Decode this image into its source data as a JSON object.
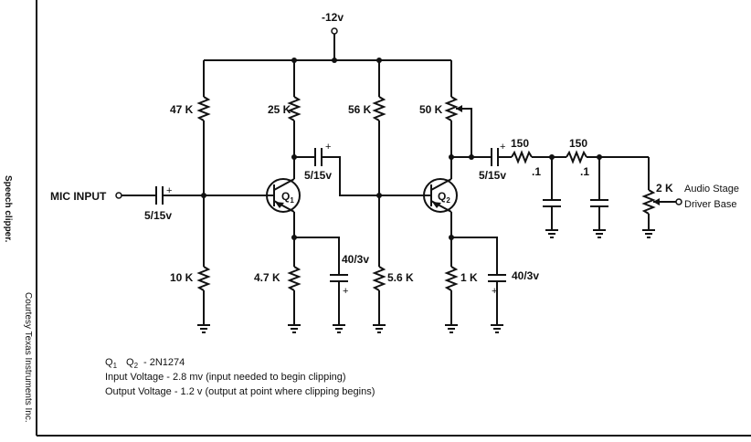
{
  "side_caption": "Speech clipper.",
  "side_credit": "Courtesy Texas Instruments Inc.",
  "supply": "-12v",
  "input_label": "MIC INPUT",
  "output_label": [
    "Audio Stage",
    "Driver Base"
  ],
  "transistors": {
    "q1": {
      "letter": "Q",
      "sub": "1"
    },
    "q2": {
      "letter": "Q",
      "sub": "2"
    }
  },
  "components": {
    "r47k": "47 K",
    "r25k": "25 K",
    "r56k": "56 K",
    "r50k": "50 K",
    "r10k": "10 K",
    "r47": "4.7 K",
    "r56": "5.6 K",
    "r1k": "1 K",
    "r150a": "150",
    "r150b": "150",
    "pot2k": "2 K",
    "c_in": "5/15v",
    "c_couple1": "5/15v",
    "c_couple2": "5/15v",
    "c_e1": "40/3v",
    "c_e2": "40/3v",
    "c_f1": ".1",
    "c_f2": ".1",
    "plus": "+"
  },
  "notes": {
    "q_line": {
      "q1": "Q",
      "s1": "1",
      "q2": "Q",
      "s2": "2",
      "part": "- 2N1274"
    },
    "input_voltage": "Input Voltage - 2.8 mv (input needed to begin clipping)",
    "output_voltage": "Output Voltage - 1.2 v (output at point where clipping begins)"
  }
}
